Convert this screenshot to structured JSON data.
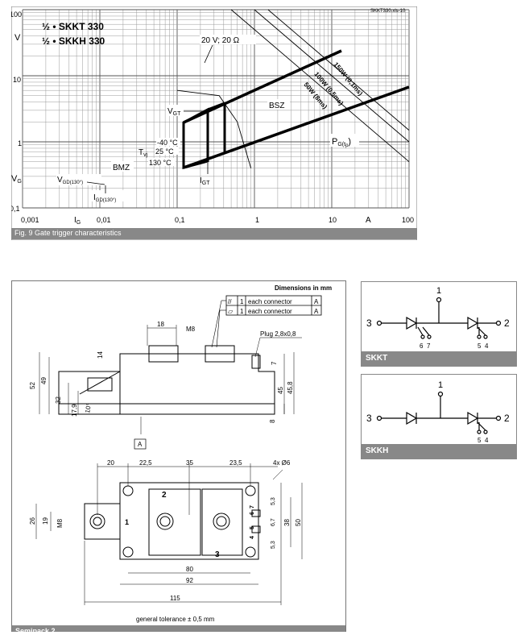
{
  "chart": {
    "title_line1": "½ • SKKT 330",
    "title_line2": "½ • SKKH 330",
    "file_label": "SKKT330.xls-10",
    "y_axis_label": "V",
    "x_axis_label": "I",
    "x_axis_subscript": "G",
    "x_unit": "A",
    "vg_label": "V",
    "vg_subscript": "G",
    "y_ticks": [
      "100",
      "10",
      "1",
      "0,1"
    ],
    "x_ticks": [
      "0,001",
      "0,01",
      "0,1",
      "1",
      "10",
      "100"
    ],
    "annotations": {
      "load_line": "20 V; 20 Ω",
      "vgt": "V",
      "vgt_sub": "GT",
      "igt": "I",
      "igt_sub": "GT",
      "bsz": "BSZ",
      "bmz": "BMZ",
      "tvj": "T",
      "tvj_sub": "vj",
      "t_minus40": "-40 °C",
      "t_25": "25 °C",
      "t_130": "130 °C",
      "vgd": "V",
      "vgd_sub": "GD(130°)",
      "igd": "I",
      "igd_sub": "GD(130°)",
      "p150": "150W (0,1ms)",
      "p100": "100W (0,5ms)",
      "p50": "50W (8ms)",
      "pg": "P",
      "pg_sub": "G(t",
      "pg_sub2": "p",
      "pg_end": ")"
    },
    "caption": "Fig. 9 Gate trigger characteristics"
  },
  "chart_data": {
    "type": "line",
    "title": "½ • SKKT 330 / ½ • SKKH 330",
    "xlabel": "IG",
    "ylabel": "V",
    "x_scale": "log",
    "y_scale": "log",
    "xlim": [
      0.001,
      100
    ],
    "ylim": [
      0.1,
      100
    ],
    "grid": true,
    "series": [
      {
        "name": "20 V; 20 Ω",
        "points": [
          [
            0.1,
            6
          ],
          [
            0.35,
            5
          ],
          [
            0.6,
            2
          ],
          [
            0.9,
            0.4
          ]
        ]
      },
      {
        "name": "150W (0,1ms)",
        "points": [
          [
            1.5,
            100
          ],
          [
            10,
            15
          ],
          [
            100,
            1.5
          ]
        ]
      },
      {
        "name": "100W (0,5ms)",
        "points": [
          [
            1,
            100
          ],
          [
            10,
            10
          ],
          [
            100,
            1
          ]
        ]
      },
      {
        "name": "50W (8ms)",
        "points": [
          [
            0.5,
            100
          ],
          [
            10,
            5
          ],
          [
            100,
            0.5
          ]
        ]
      },
      {
        "name": "VGT",
        "points": [
          [
            0.1,
            3.5
          ]
        ]
      },
      {
        "name": "IGT",
        "points": [
          [
            0.2,
            0.5
          ]
        ]
      }
    ]
  },
  "drawing": {
    "dimensions_title": "Dimensions in mm",
    "tol_rows": [
      {
        "sym": "//",
        "val": "1",
        "text": "each connector",
        "ref": "A"
      },
      {
        "sym": "⏥",
        "val": "1",
        "text": "each connector",
        "ref": "A"
      }
    ],
    "side_labels": {
      "d18": "18",
      "m8": "M8",
      "plug": "Plug 2,8x0,8",
      "d14": "14",
      "d7": "7",
      "d52": "52",
      "d49": "49",
      "d32": "32",
      "d179": "17,9",
      "d10": "10°",
      "d45": "45",
      "d458": "45,8",
      "d8": "8",
      "datum": "A"
    },
    "top_labels": {
      "d20": "20",
      "d225": "22,5",
      "d35": "35",
      "d235": "23,5",
      "d4x6": "4x Ø6",
      "d26": "26",
      "d19": "19",
      "m8": "M8",
      "d53a": "5,3",
      "d53b": "5,3",
      "d67": "6,7",
      "d38": "38",
      "d50": "50",
      "d80": "80",
      "d92": "92",
      "d115": "115",
      "t1": "1",
      "t2": "2",
      "t3": "3",
      "t4": "4",
      "t5": "5",
      "t6": "6",
      "t7": "7"
    },
    "tolerance": "general tolerance ± 0,5 mm",
    "footer": "Semipack 2"
  },
  "schematics": {
    "skkt": {
      "caption": "SKKT",
      "t1": "1",
      "t2": "2",
      "t3": "3",
      "t4": "4",
      "t5": "5",
      "t6": "6",
      "t7": "7"
    },
    "skkh": {
      "caption": "SKKH",
      "t1": "1",
      "t2": "2",
      "t3": "3",
      "t4": "4",
      "t5": "5"
    }
  }
}
